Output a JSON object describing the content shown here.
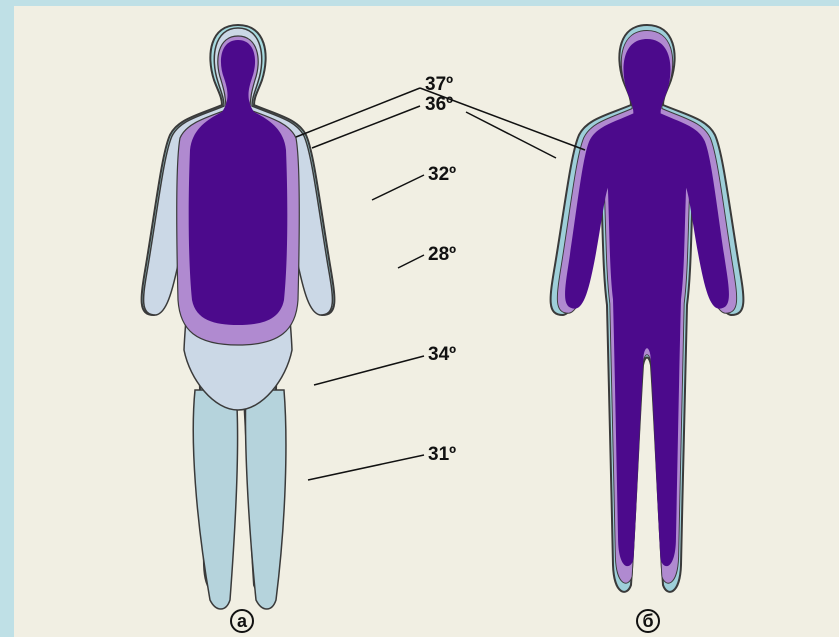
{
  "labels": {
    "t37": "37º",
    "t36": "36º",
    "t32": "32º",
    "t28": "28º",
    "t34": "34º",
    "t31": "31º"
  },
  "captions": {
    "a": "а",
    "b": "б"
  },
  "colors": {
    "core": "#4c0a8c",
    "inner": "#b08ad0",
    "mid": "#c9d6e6",
    "shell": "#9ecfd9",
    "outline": "#3a3a3a",
    "page": "#f1efe3",
    "frame": "#bfe0e6"
  }
}
